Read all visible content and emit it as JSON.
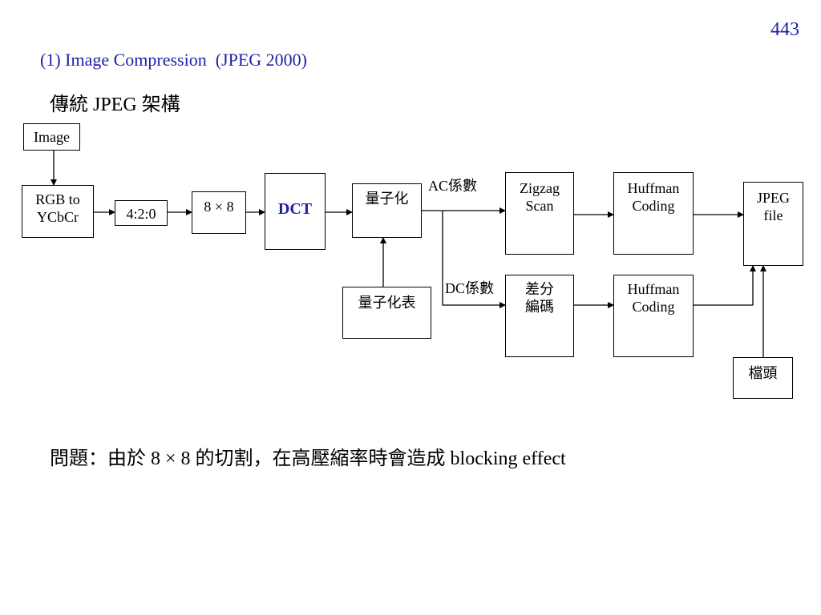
{
  "page_number": "443",
  "title": "(1) Image Compression  (JPEG 2000)",
  "subtitle": "傳統 JPEG 架構",
  "nodes": {
    "image": "Image",
    "rgb": [
      "RGB to",
      "YCbCr"
    ],
    "subsample": "4:2:0",
    "block": "8 × 8",
    "dct": "DCT",
    "quant": "量子化",
    "quant_table": "量子化表",
    "zigzag": [
      "Zigzag",
      "Scan"
    ],
    "diff": [
      "差分",
      "編碼"
    ],
    "huff_ac": [
      "Huffman",
      "Coding"
    ],
    "huff_dc": [
      "Huffman",
      "Coding"
    ],
    "jpeg": [
      "JPEG",
      "file"
    ],
    "header": "檔頭"
  },
  "edge_labels": {
    "ac": "AC係數",
    "dc": "DC係數"
  },
  "note": "問題：由於 8 × 8 的切割，在高壓縮率時會造成 blocking effect"
}
